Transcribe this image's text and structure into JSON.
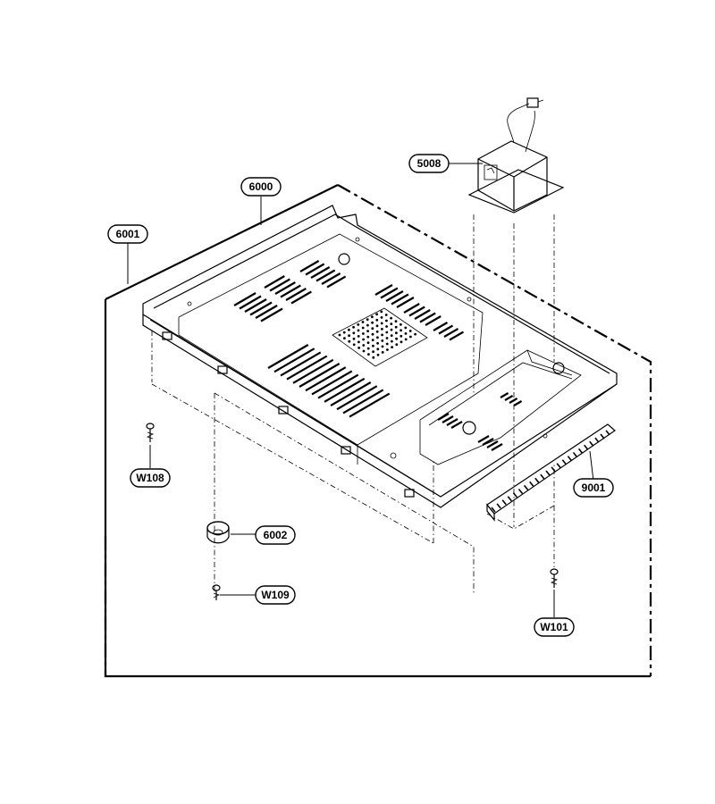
{
  "callouts": [
    {
      "id": "5008",
      "label": "5008"
    },
    {
      "id": "6000",
      "label": "6000"
    },
    {
      "id": "6001",
      "label": "6001"
    },
    {
      "id": "W108",
      "label": "W108"
    },
    {
      "id": "6002",
      "label": "6002"
    },
    {
      "id": "W109",
      "label": "W109"
    },
    {
      "id": "9001",
      "label": "9001"
    },
    {
      "id": "W101",
      "label": "W101"
    }
  ]
}
